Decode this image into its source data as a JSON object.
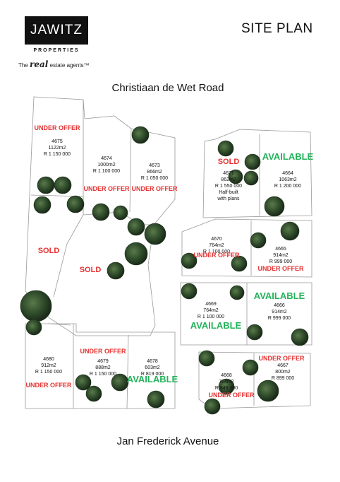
{
  "header": {
    "logo_text": "JAWITZ",
    "logo_sub": "PROPERTIES",
    "tagline_pre": "The",
    "tagline_real": "real",
    "tagline_post": "estate agents™",
    "title": "SITE PLAN"
  },
  "roads": {
    "top": "Christiaan de Wet Road",
    "bottom": "Jan Frederick Avenue"
  },
  "colors": {
    "sold_red": "#e63232",
    "available_green": "#22b35a",
    "line": "#888888"
  },
  "stands": [
    {
      "id": "4675",
      "lines": [
        "4675",
        "1122m2",
        "R 1 150 000"
      ],
      "status": "UNDER OFFER",
      "tone": "red"
    },
    {
      "id": "4674",
      "lines": [
        "4674",
        "1000m2",
        "R 1 100 000"
      ],
      "status": "UNDER OFFER",
      "tone": "red"
    },
    {
      "id": "4673",
      "lines": [
        "4673",
        "866m2",
        "R 1 050 000"
      ],
      "status": "UNDER OFFER",
      "tone": "red"
    },
    {
      "id": "4671",
      "lines": [
        "4671",
        "862m2",
        "R 1 550 000",
        "Half-built",
        "with plans"
      ],
      "status": "SOLD",
      "tone": "redbig"
    },
    {
      "id": "4664",
      "lines": [
        "4664",
        "1063m2",
        "R 1 200 000"
      ],
      "status": "AVAILABLE",
      "tone": "green"
    },
    {
      "id": "4670",
      "lines": [
        "4670",
        "764m2",
        "R 1 100 000"
      ],
      "status": "UNDER OFFER",
      "tone": "red"
    },
    {
      "id": "4665",
      "lines": [
        "4665",
        "914m2",
        "R 999 000"
      ],
      "status": "UNDER OFFER",
      "tone": "red"
    },
    {
      "id": "4669",
      "lines": [
        "4669",
        "764m2",
        "R 1 100 000"
      ],
      "status": "AVAILABLE",
      "tone": "green"
    },
    {
      "id": "4666",
      "lines": [
        "4666",
        "914m2",
        "R 999 000"
      ],
      "status": "AVAILABLE",
      "tone": "green"
    },
    {
      "id": "4668",
      "lines": [
        "4668",
        "704m2",
        "R 849 000"
      ],
      "status": "UNDER OFFER",
      "tone": "red"
    },
    {
      "id": "4667",
      "lines": [
        "4667",
        "800m2",
        "R 899 000"
      ],
      "status": "UNDER OFFER",
      "tone": "red"
    },
    {
      "id": "4680",
      "lines": [
        "4680",
        "912m2",
        "R 1 150 000"
      ],
      "status": "UNDER OFFER",
      "tone": "red"
    },
    {
      "id": "4679",
      "lines": [
        "4679",
        "888m2",
        "R 1 150 000"
      ],
      "status": "UNDER OFFER",
      "tone": "red"
    },
    {
      "id": "4678",
      "lines": [
        "4678",
        "603m2",
        "R 819 000"
      ],
      "status": "AVAILABLE",
      "tone": "green"
    }
  ],
  "other_plots": [
    {
      "status": "SOLD",
      "tone": "redbig"
    },
    {
      "status": "SOLD",
      "tone": "redbig"
    }
  ]
}
